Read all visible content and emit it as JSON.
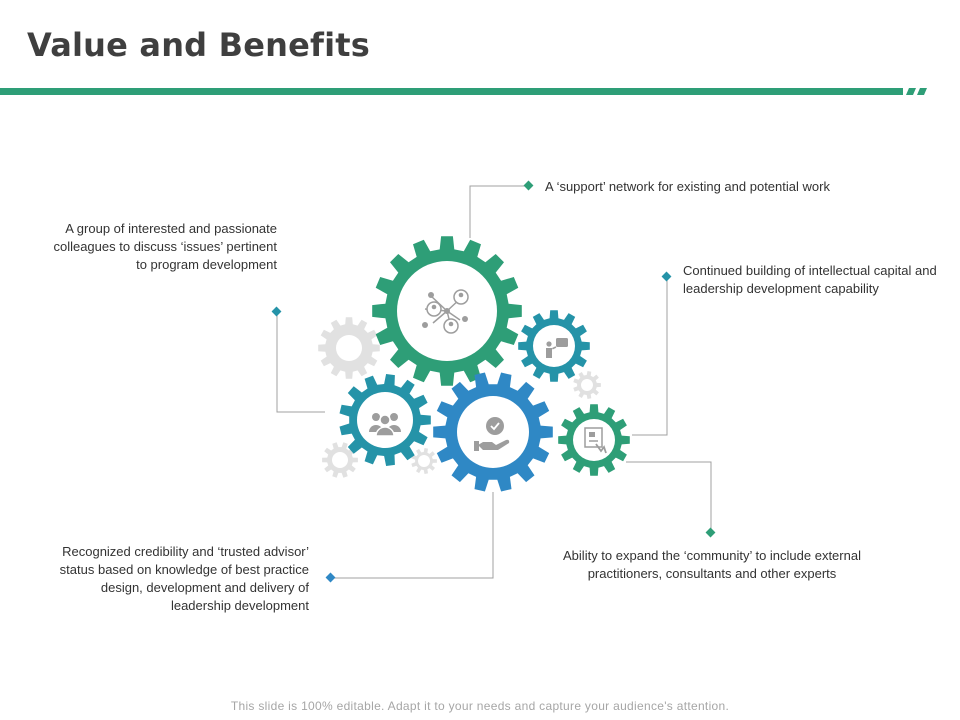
{
  "title": "Value and Benefits",
  "footer": "This slide is 100% editable. Adapt it to your needs and capture your audience's attention.",
  "colors": {
    "title": "#3f3f3f",
    "green": "#2e9e77",
    "teal": "#2593a8",
    "blue": "#2f88c5",
    "gear_grey": "#e1e1e1",
    "connector": "#a0a0a0",
    "icon_grey": "#9d9d9d"
  },
  "benefits": [
    {
      "text": "A group of interested and passionate colleagues to discuss ‘issues’ pertinent to program development",
      "icon": "group-icon"
    },
    {
      "text": "A ‘support’ network for existing and potential work",
      "icon": "network-icon"
    },
    {
      "text": "Continued building of intellectual capital and leadership development capability",
      "icon": "presenter-icon"
    },
    {
      "text": "Ability to expand the ‘community’ to include external practitioners, consultants and other experts",
      "icon": "certificate-icon"
    },
    {
      "text": "Recognized credibility and ‘trusted advisor’ status based on knowledge of best practice design, development and delivery of leadership development",
      "icon": "trust-badge-icon"
    }
  ]
}
